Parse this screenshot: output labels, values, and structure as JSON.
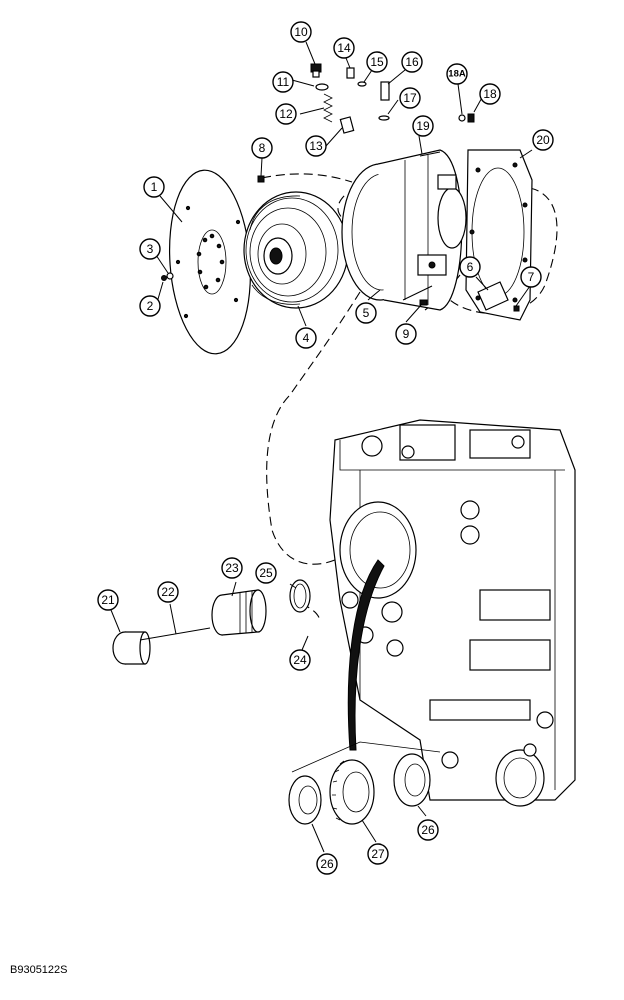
{
  "figure_id": "B9305122S",
  "callouts": [
    {
      "label": "1",
      "name": "flywheel-plate"
    },
    {
      "label": "2",
      "name": "bolt"
    },
    {
      "label": "3",
      "name": "washer"
    },
    {
      "label": "4",
      "name": "torque-converter"
    },
    {
      "label": "5",
      "name": "converter-housing"
    },
    {
      "label": "6",
      "name": "cover-plate"
    },
    {
      "label": "7",
      "name": "cover-bolt"
    },
    {
      "label": "8",
      "name": "housing-bolt"
    },
    {
      "label": "9",
      "name": "housing-bolt-lower"
    },
    {
      "label": "10",
      "name": "plug"
    },
    {
      "label": "11",
      "name": "o-ring"
    },
    {
      "label": "12",
      "name": "spring"
    },
    {
      "label": "13",
      "name": "valve"
    },
    {
      "label": "14",
      "name": "fitting"
    },
    {
      "label": "15",
      "name": "o-ring-small"
    },
    {
      "label": "16",
      "name": "sender"
    },
    {
      "label": "17",
      "name": "o-ring-sender"
    },
    {
      "label": "18",
      "name": "plug-small"
    },
    {
      "label": "18A",
      "name": "o-ring-18a"
    },
    {
      "label": "19",
      "name": "stud"
    },
    {
      "label": "20",
      "name": "gasket"
    },
    {
      "label": "21",
      "name": "cap"
    },
    {
      "label": "22",
      "name": "shaft-bolt"
    },
    {
      "label": "23",
      "name": "sleeve"
    },
    {
      "label": "24",
      "name": "snap-ring"
    },
    {
      "label": "25",
      "name": "seal-ring"
    },
    {
      "label": "26",
      "name": "bearing"
    },
    {
      "label": "27",
      "name": "gear"
    }
  ]
}
